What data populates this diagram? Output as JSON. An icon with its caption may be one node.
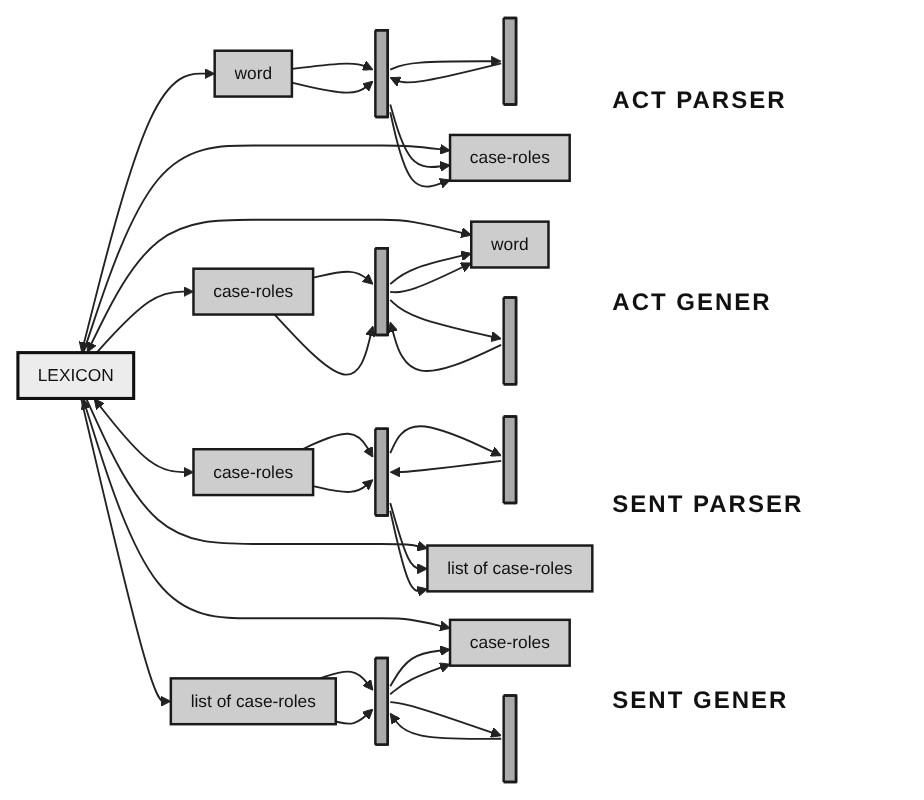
{
  "diagram": {
    "nodes": [
      {
        "text": [
          "word"
        ]
      },
      {
        "text": [],
        "shape": "bar"
      },
      {
        "text": [],
        "shape": "bar"
      },
      {
        "text": [
          "case-roles"
        ]
      },
      {
        "text": [
          "word"
        ]
      },
      {
        "text": [],
        "shape": "bar"
      },
      {
        "text": [],
        "shape": "bar"
      },
      {
        "text": [
          "case-roles"
        ]
      },
      {
        "text": [
          "LEXICON"
        ]
      },
      {
        "text": [
          "case-roles"
        ]
      },
      {
        "text": [],
        "shape": "bar"
      },
      {
        "text": [],
        "shape": "bar"
      },
      {
        "text": [
          "list of case-roles"
        ]
      },
      {
        "text": [
          "case-roles"
        ]
      },
      {
        "text": [],
        "shape": "bar"
      },
      {
        "text": [],
        "shape": "bar"
      },
      {
        "text": [
          "list of case-roles"
        ]
      }
    ],
    "edges": [
      {
        "from": 8,
        "to": 0,
        "arrow": "both"
      },
      {
        "from": 8,
        "to": 3,
        "arrow": "to"
      },
      {
        "from": 0,
        "to": 1,
        "arrow": "to"
      },
      {
        "from": 0,
        "to": 1,
        "arrow": "to"
      },
      {
        "from": 1,
        "to": 2,
        "arrow": "to"
      },
      {
        "from": 2,
        "to": 1,
        "arrow": "to"
      },
      {
        "from": 1,
        "to": 3,
        "arrow": "to"
      },
      {
        "from": 1,
        "to": 3,
        "arrow": "to"
      },
      {
        "from": 8,
        "to": 4,
        "arrow": "both"
      },
      {
        "from": 8,
        "to": 7,
        "arrow": "to"
      },
      {
        "from": 5,
        "to": 4,
        "arrow": "to"
      },
      {
        "from": 5,
        "to": 4,
        "arrow": "to"
      },
      {
        "from": 5,
        "to": 6,
        "arrow": "to"
      },
      {
        "from": 6,
        "to": 5,
        "arrow": "to"
      },
      {
        "from": 7,
        "to": 5,
        "arrow": "to"
      },
      {
        "from": 7,
        "to": 5,
        "arrow": "to"
      },
      {
        "from": 8,
        "to": 9,
        "arrow": "both"
      },
      {
        "from": 8,
        "to": 12,
        "arrow": "to"
      },
      {
        "from": 9,
        "to": 10,
        "arrow": "to"
      },
      {
        "from": 9,
        "to": 10,
        "arrow": "to"
      },
      {
        "from": 10,
        "to": 11,
        "arrow": "to"
      },
      {
        "from": 11,
        "to": 10,
        "arrow": "to"
      },
      {
        "from": 10,
        "to": 12,
        "arrow": "to"
      },
      {
        "from": 10,
        "to": 12,
        "arrow": "to"
      },
      {
        "from": 8,
        "to": 13,
        "arrow": "both"
      },
      {
        "from": 8,
        "to": 16,
        "arrow": "to"
      },
      {
        "from": 14,
        "to": 13,
        "arrow": "to"
      },
      {
        "from": 14,
        "to": 13,
        "arrow": "to"
      },
      {
        "from": 14,
        "to": 15,
        "arrow": "to"
      },
      {
        "from": 15,
        "to": 14,
        "arrow": "to"
      },
      {
        "from": 16,
        "to": 14,
        "arrow": "to"
      },
      {
        "from": 16,
        "to": 14,
        "arrow": "to"
      }
    ],
    "labels": [
      "ACT PARSER",
      "ACT GENER",
      "SENT PARSER",
      "SENT GENER"
    ]
  }
}
